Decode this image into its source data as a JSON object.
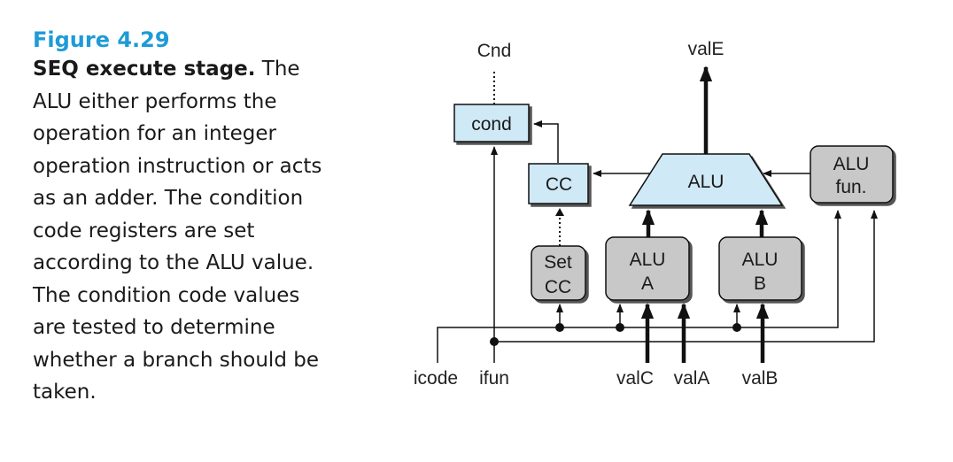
{
  "caption": {
    "figure_number": "Figure 4.29",
    "title": "SEQ execute stage.",
    "body": " The ALU either performs the operation for an integer operation instruction or acts as an adder. The condition code registers are set according to the ALU value. The condition code values are tested to determine whether a branch should be taken."
  },
  "diagram": {
    "outputs": {
      "cnd": "Cnd",
      "vale": "valE"
    },
    "blocks": {
      "cond": "cond",
      "cc": "CC",
      "alu": "ALU",
      "alu_fun_line1": "ALU",
      "alu_fun_line2": "fun.",
      "set_cc_line1": "Set",
      "set_cc_line2": "CC",
      "alu_a_line1": "ALU",
      "alu_a_line2": "A",
      "alu_b_line1": "ALU",
      "alu_b_line2": "B"
    },
    "inputs": {
      "icode": "icode",
      "ifun": "ifun",
      "valc": "valC",
      "vala": "valA",
      "valb": "valB"
    },
    "colors": {
      "hardware_blue": "#cfe9f6",
      "control_gray": "#c8c8c8",
      "caption_blue": "#1e9bd7"
    }
  }
}
